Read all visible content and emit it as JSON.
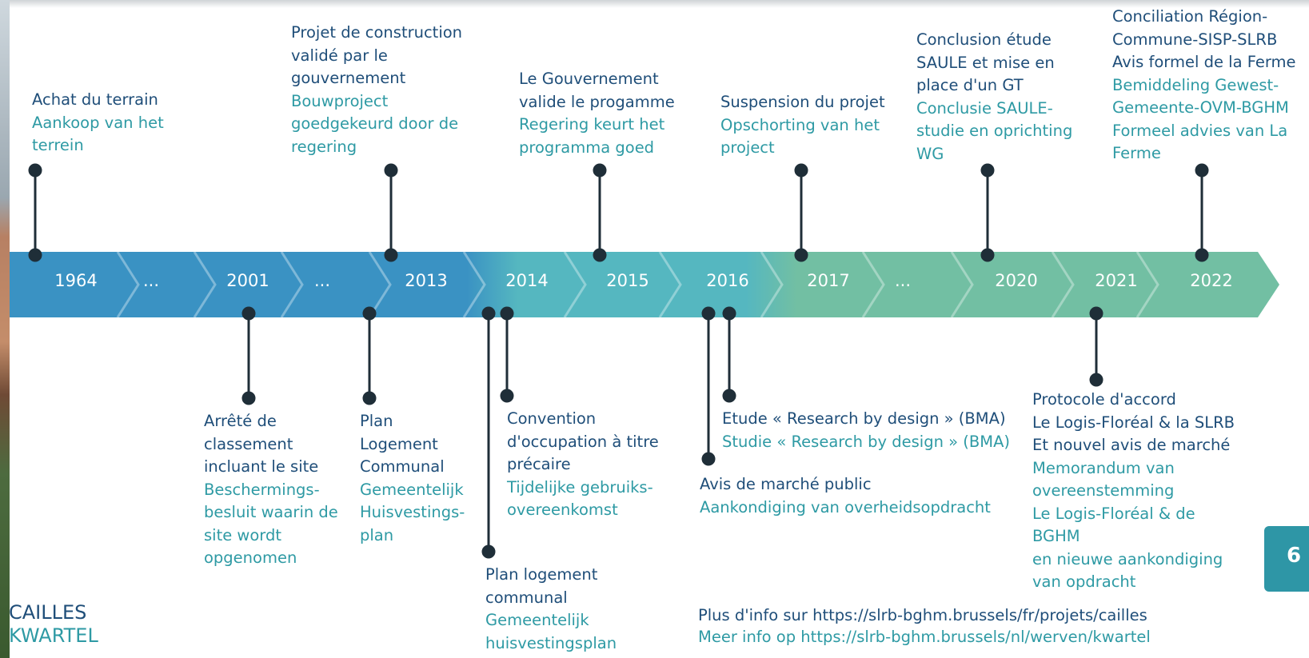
{
  "years": [
    "1964",
    "...",
    "2001",
    "...",
    "2013",
    "2014",
    "2015",
    "2016",
    "2017",
    "...",
    "2020",
    "2021",
    "2022"
  ],
  "events_top": [
    {
      "fr": [
        "Achat du terrain"
      ],
      "nl": [
        "Aankoop van het",
        "terrein"
      ]
    },
    {
      "fr": [
        "Projet de construction",
        "validé par le",
        "gouvernement"
      ],
      "nl": [
        "Bouwproject",
        "goedgekeurd door de",
        "regering"
      ]
    },
    {
      "fr": [
        "Le Gouvernement",
        "valide le progamme"
      ],
      "nl": [
        "Regering keurt het",
        "programma goed"
      ]
    },
    {
      "fr": [
        "Suspension du projet"
      ],
      "nl": [
        "Opschorting van het",
        "project"
      ]
    },
    {
      "fr": [
        "Conclusion étude",
        "SAULE et mise en",
        "place d'un GT"
      ],
      "nl": [
        "Conclusie SAULE-",
        "studie en oprichting",
        "WG"
      ]
    },
    {
      "fr": [
        "Conciliation Région-",
        "Commune-SISP-SLRB",
        "Avis formel de la Ferme"
      ],
      "nl": [
        "Bemiddeling Gewest-",
        "Gemeente-OVM-BGHM",
        "Formeel advies van La",
        "Ferme"
      ]
    }
  ],
  "events_bottom": [
    {
      "fr": [
        "Arrêté de",
        "classement",
        "incluant le site"
      ],
      "nl": [
        "Beschermings-",
        "besluit waarin de",
        "site wordt",
        "opgenomen"
      ]
    },
    {
      "fr": [
        "Plan",
        "Logement",
        "Communal"
      ],
      "nl": [
        "Gemeentelijk",
        "Huisvestings-",
        "plan"
      ]
    },
    {
      "fr": [
        "Convention",
        "d'occupation à titre",
        "précaire"
      ],
      "nl": [
        "Tijdelijke gebruiks-",
        "overeenkomst"
      ]
    },
    {
      "fr": [
        "Plan logement",
        "communal"
      ],
      "nl": [
        "Gemeentelijk",
        "huisvestingsplan"
      ]
    },
    {
      "fr": [
        "Etude « Research by design » (BMA)"
      ],
      "nl": [
        "Studie « Research by design » (BMA)"
      ]
    },
    {
      "fr": [
        "Avis de marché public"
      ],
      "nl": [
        "Aankondiging van overheidsopdracht"
      ]
    },
    {
      "fr": [
        "Protocole d'accord",
        "Le Logis-Floréal & la SLRB",
        "Et nouvel avis de marché"
      ],
      "nl": [
        "Memorandum van",
        "overeenstemming",
        "Le Logis-Floréal & de",
        "BGHM",
        "en nieuwe aankondiging",
        "van opdracht"
      ]
    }
  ],
  "info": {
    "fr": "Plus d'info sur https://slrb-bghm.brussels/fr/projets/cailles",
    "nl": "Meer info op https://slrb-bghm.brussels/nl/werven/kwartel"
  },
  "project": {
    "fr": "CAILLES",
    "nl": "KWARTEL"
  },
  "page_number": "6",
  "colors": {
    "fr_text": "#1f4e79",
    "nl_text": "#2e9aa4",
    "arrow_blue": "#3b93bf",
    "arrow_teal": "#55b7c0",
    "arrow_green": "#72bfa3",
    "marker": "#1f2e38"
  }
}
